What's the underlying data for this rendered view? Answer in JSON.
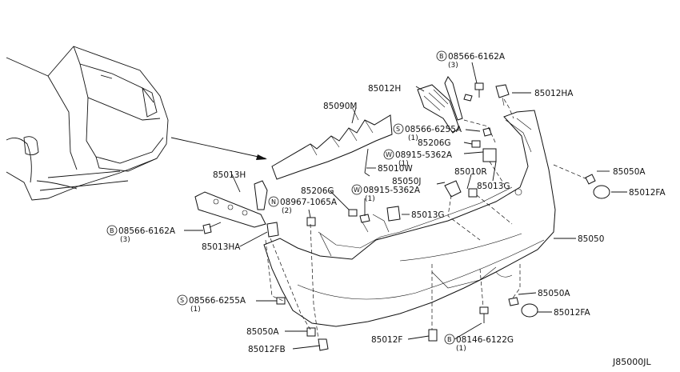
{
  "labels": {
    "p85090M": "85090M",
    "p85012H": "85012H",
    "b08566_6162A_top": "08566-6162A",
    "q3_top": "(3)",
    "p85012HA": "85012HA",
    "s08566_6255A_top": "08566-6255A",
    "q1_s_top": "(1)",
    "p85206G_top": "85206G",
    "w08915_5362A_top": "08915-5362A",
    "q1_w_top": "(1)",
    "p85010W": "85010W",
    "p85010R": "85010R",
    "p85013G_r": "85013G",
    "p85050A_r": "85050A",
    "p85012FA_r": "85012FA",
    "p85013H": "85013H",
    "p85050J": "85050J",
    "p85206G_mid": "85206G",
    "w08915_5362A_mid": "08915-5362A",
    "q1_w_mid": "(1)",
    "n08967_1065A": "08967-1065A",
    "q2_n": "(2)",
    "p85013G_mid": "85013G",
    "b08566_6162A_left": "08566-6162A",
    "q3_left": "(3)",
    "p85013HA": "85013HA",
    "p85050": "85050",
    "p85050A_low": "85050A",
    "s08566_6255A_low": "08566-6255A",
    "q1_s_low": "(1)",
    "p85012FA_low": "85012FA",
    "p85050A_bot": "85050A",
    "p85012FB": "85012FB",
    "p85012F": "85012F",
    "b08146_6122G": "08146-6122G",
    "q1_b_bot": "(1)"
  },
  "symbols": {
    "bolt": "B",
    "screw": "S",
    "washer": "W",
    "nut": "N"
  },
  "diagram_code": "J85000JL"
}
